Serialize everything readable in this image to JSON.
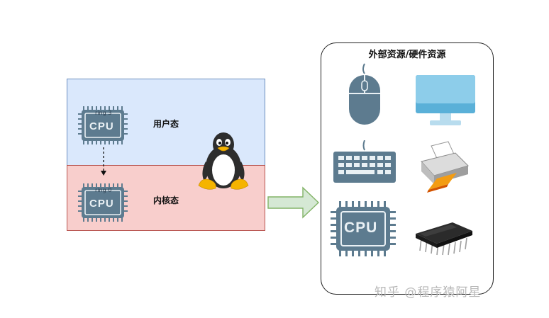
{
  "zones": {
    "user_label": "用户态",
    "kernel_label": "内核态"
  },
  "cpus": {
    "user_ring": "ring 3",
    "kernel_ring": "ring 0",
    "chip_text": "CPU"
  },
  "hardware": {
    "title": "外部资源/硬件资源",
    "items": [
      "mouse-icon",
      "monitor-icon",
      "keyboard-icon",
      "printer-icon",
      "cpu-icon",
      "memory-chip-icon"
    ]
  },
  "watermark": "知乎 @程序猿阿星",
  "colors": {
    "user_zone": "#dae8fc",
    "kernel_zone": "#f8cecc",
    "chip": "#5d7b8f",
    "arrow": "#d5e8d4"
  }
}
